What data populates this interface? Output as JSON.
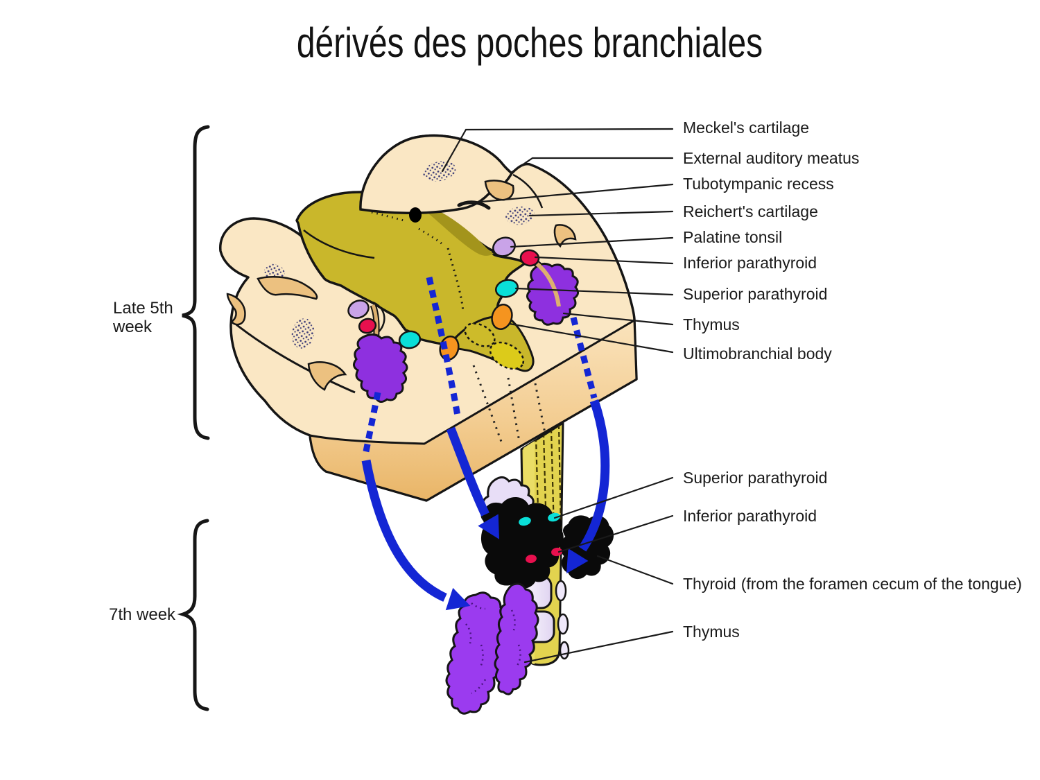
{
  "title": "dérivés des poches branchiales",
  "stages": {
    "late5": {
      "line1": "Late 5th",
      "line2": "week"
    },
    "week7": {
      "label": "7th week"
    }
  },
  "labels": {
    "upper": [
      {
        "text": "Meckel's cartilage"
      },
      {
        "text": "External auditory meatus"
      },
      {
        "text": "Tubotympanic recess"
      },
      {
        "text": "Reichert's cartilage"
      },
      {
        "text": "Palatine tonsil"
      },
      {
        "text": "Inferior parathyroid"
      },
      {
        "text": "Superior parathyroid"
      },
      {
        "text": "Thymus"
      },
      {
        "text": "Ultimobranchial body"
      }
    ],
    "lower": [
      {
        "text": "Superior parathyroid"
      },
      {
        "text": "Inferior parathyroid"
      },
      {
        "text": "Thyroid",
        "note": "(from the foramen cecum of the tongue)"
      },
      {
        "text": "Thymus"
      }
    ]
  },
  "colors": {
    "cream": "#FAE7C4",
    "cream_shade": "#EDBD7A",
    "olive_pharynx": "#C9B72B",
    "olive_dark": "#A3941C",
    "yellow": "#DCCB1A",
    "orange": "#F5941F",
    "cyan": "#0ADFD8",
    "red": "#E8104E",
    "lavender": "#C9A3E8",
    "light_lavender": "#EFE8FA",
    "purple_thymus": "#8E30DF",
    "arrow_blue": "#1426D4",
    "thyroid_black": "#0a0a0a",
    "outline": "#151515"
  }
}
